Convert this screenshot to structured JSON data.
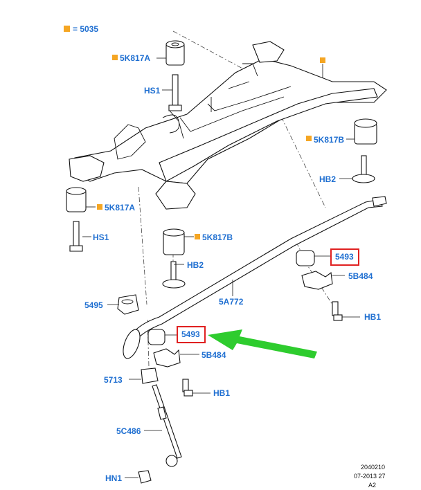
{
  "legend": {
    "marker_color": "#f5a623",
    "text": "= 5035"
  },
  "labels": {
    "bush_5k817a_upper": "5K817A",
    "hs1_upper": "HS1",
    "bush_5k817b_right": "5K817B",
    "hb2_right": "HB2",
    "bush_5k817a_left": "5K817A",
    "hs1_left": "HS1",
    "bush_5k817b_lower": "5K817B",
    "hb2_lower": "HB2",
    "bush_5493_right": "5493",
    "bracket_5b484_right": "5B484",
    "bolt_hb1_right": "HB1",
    "stabilizer_bar": "5A772",
    "bush_5495": "5495",
    "bush_5493_left": "5493",
    "bracket_5b484_left": "5B484",
    "bush_5713": "5713",
    "bolt_hb1_left": "HB1",
    "link_5c486": "5C486",
    "nut_hn1": "HN1"
  },
  "colors": {
    "label_blue": "#1f6fd1",
    "highlight_red": "#e02020",
    "arrow_green": "#2ecc2e"
  },
  "footer": {
    "line1": "2040210",
    "line2": "07-2013 27",
    "line3": "A2"
  }
}
